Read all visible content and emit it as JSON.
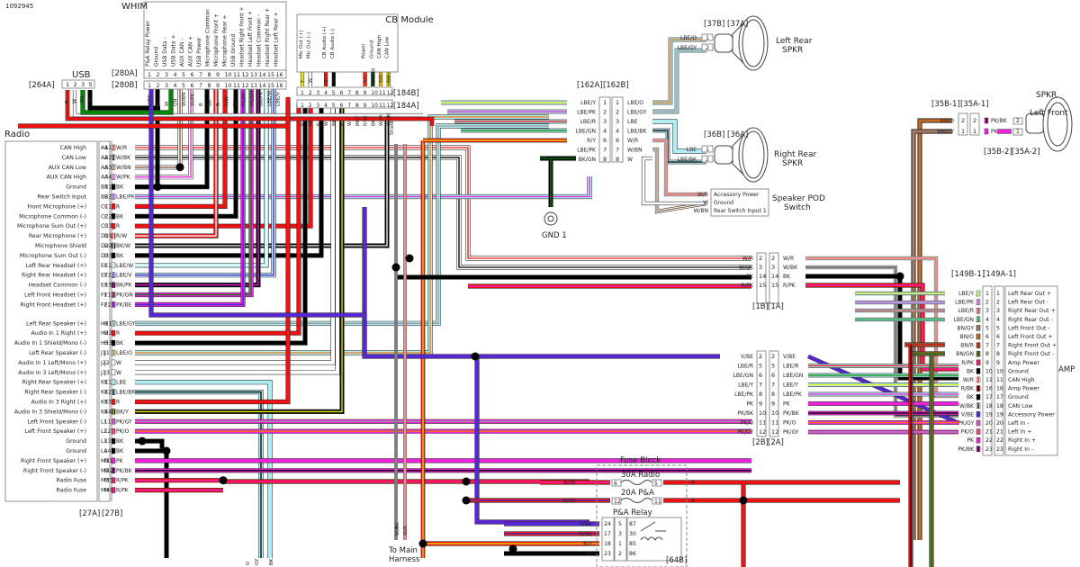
{
  "diagram_id": "1092945",
  "colors": {
    "R": "#ee1111",
    "BK": "#000000",
    "W": "#ffffff",
    "GN": "#008800",
    "V": "#6a22cc",
    "BE": "#3333dd",
    "PK": "#ee22dd",
    "LBE": "#aeeef5",
    "O": "#ee7711",
    "Y": "#eeee00",
    "GY": "#999999",
    "BN": "#885533",
    "outline": "#444444"
  },
  "usb": {
    "title": "USB",
    "ref": "[264A]",
    "pins": [
      "1",
      "2",
      "3",
      "5"
    ],
    "wires": [
      "R",
      "W",
      "GN",
      "BK"
    ]
  },
  "whim": {
    "title": "WHIM",
    "ref_a": "[280A]",
    "ref_b": "[280B]",
    "functions": [
      "P&A Relay Power",
      "Ground",
      "USB Data -",
      "USB Data +",
      "AUX CAN -",
      "AUX CAN +",
      "USB Power",
      "Microphone Common",
      "Microphone Front +",
      "Microphone Rear +",
      "USB Ground",
      "Headset Right Front +",
      "Headset Left Front +",
      "Headset Common -",
      "Headset Right Rear +",
      "Headset Left Rear +"
    ],
    "pins": [
      "1",
      "2",
      "3",
      "4",
      "5",
      "6",
      "7",
      "8",
      "9",
      "10",
      "11",
      "12",
      "13",
      "14",
      "15",
      "16"
    ],
    "wires": [
      "V/BE",
      "BK",
      "W",
      "GN",
      "W/BN",
      "W/PK",
      "R",
      "BK",
      "R",
      "R/W",
      "BK",
      "PK/BE",
      "PK/GN",
      "BK/PK",
      "LBE/W",
      "LBE/V"
    ]
  },
  "cb_module": {
    "title": "CB Module",
    "ref_b": "[184B]",
    "ref_a": "[184A]",
    "functions": [
      "Mic Out (+)",
      "Mic Out (-)",
      "",
      "CB Audio (+)",
      "CB Audio (-)",
      "",
      "",
      "",
      "Power",
      "Ground",
      "CAN High",
      "CAN Low"
    ],
    "pins": [
      "1",
      "2",
      "3",
      "4",
      "5",
      "6",
      "7",
      "8",
      "9",
      "10",
      "11",
      "12"
    ],
    "top_wires": [
      "Y",
      "W",
      "",
      "R",
      "BK",
      "",
      "",
      "",
      "R/O",
      "BK/GN",
      "Y/O",
      "Y/V"
    ],
    "bottom_wires": [
      "R",
      "BK",
      "R",
      "W",
      "BK",
      "R",
      "W",
      "BK/Y",
      "R/BE",
      "BK",
      "W/PK",
      "W/BN"
    ],
    "shield_label": "Shield"
  },
  "radio": {
    "title": "Radio",
    "ref_a": "[27A]",
    "ref_b": "[27B]",
    "rows": [
      {
        "func": "CAN High",
        "pin": "A1",
        "wire": "W/R"
      },
      {
        "func": "CAN Low",
        "pin": "A2",
        "wire": "W/BK"
      },
      {
        "func": "AUX CAN Low",
        "pin": "A3",
        "wire": "W/BN"
      },
      {
        "func": "AUX CAN High",
        "pin": "A4",
        "wire": "W/PK"
      },
      {
        "func": "Ground",
        "pin": "B1",
        "wire": "BK"
      },
      {
        "func": "Rear Switch Input",
        "pin": "B2",
        "wire": "LBE/PK"
      },
      {
        "func": "Front Microphone (+)",
        "pin": "C1",
        "wire": "R"
      },
      {
        "func": "Microphone Common (-)",
        "pin": "C2",
        "wire": "BK"
      },
      {
        "func": "Microphone Sum Out (+)",
        "pin": "C3",
        "wire": "R"
      },
      {
        "func": "Rear Microphone (+)",
        "pin": "D1",
        "wire": "R/W"
      },
      {
        "func": "Microphone Shield",
        "pin": "D2",
        "wire": "BK/W"
      },
      {
        "func": "Microphone Sum Out (-)",
        "pin": "D3",
        "wire": "BK"
      },
      {
        "func": "Left Rear Headset (+)",
        "pin": "E1",
        "wire": "LBE/W"
      },
      {
        "func": "Right Rear Headset (+)",
        "pin": "E2",
        "wire": "LBE/V"
      },
      {
        "func": "Headset Common (-)",
        "pin": "E3",
        "wire": "BK/PK"
      },
      {
        "func": "Left Front Headset (+)",
        "pin": "F1",
        "wire": "PK/GN"
      },
      {
        "func": "Right Front Headset (+)",
        "pin": "F2",
        "wire": "PK/BE"
      },
      {
        "func": "Left Rear Speaker (+)",
        "pin": "H1",
        "wire": "LBE/GY"
      },
      {
        "func": "Audio In 1 Right (+)",
        "pin": "H2",
        "wire": "R"
      },
      {
        "func": "Audio In 1 Shield/Mono (-)",
        "pin": "H3",
        "wire": "BK"
      },
      {
        "func": "Left Rear Speaker (-)",
        "pin": "J1",
        "wire": "LBE/O"
      },
      {
        "func": "Audio In 1 Left/Mono (+)",
        "pin": "J2",
        "wire": "W"
      },
      {
        "func": "Audio In 3 Left/Mono (+)",
        "pin": "J3",
        "wire": "W"
      },
      {
        "func": "Right Rear Speaker (+)",
        "pin": "K1",
        "wire": "LBE"
      },
      {
        "func": "Right Rear Speaker (-)",
        "pin": "K2",
        "wire": "LBE/BK"
      },
      {
        "func": "Audio In 3 Right (+)",
        "pin": "K3",
        "wire": "R"
      },
      {
        "func": "Audio In 3 Shield/Mono (-)",
        "pin": "K4",
        "wire": "BK/Y"
      },
      {
        "func": "Left Front Speaker (-)",
        "pin": "L1",
        "wire": "PK/GY"
      },
      {
        "func": "Left Front Speaker (+)",
        "pin": "L2",
        "wire": "PK/O"
      },
      {
        "func": "Ground",
        "pin": "L3",
        "wire": "BK"
      },
      {
        "func": "Ground",
        "pin": "L4",
        "wire": "BK"
      },
      {
        "func": "Right Front Speaker (+)",
        "pin": "M1",
        "wire": "PK"
      },
      {
        "func": "Right Front Speaker (-)",
        "pin": "M2",
        "wire": "PK/BK"
      },
      {
        "func": "Radio Fuse",
        "pin": "M3",
        "wire": "R/PK"
      },
      {
        "func": "Radio Fuse",
        "pin": "M4",
        "wire": "R/PK"
      }
    ]
  },
  "conn_162": {
    "ref_a": "[162A]",
    "ref_b": "[162B]",
    "rows": [
      {
        "lw": "LBE/Y",
        "lp": "1",
        "rp": "1",
        "rw": "LBE/O"
      },
      {
        "lw": "LBE/PK",
        "lp": "2",
        "rp": "2",
        "rw": "LBE/GY"
      },
      {
        "lw": "LBE/R",
        "lp": "3",
        "rp": "3",
        "rw": "LBE"
      },
      {
        "lw": "LBE/GN",
        "lp": "4",
        "rp": "4",
        "rw": "LBE/BK"
      },
      {
        "lw": "R/Y",
        "lp": "6",
        "rp": "6",
        "rw": "W/R"
      },
      {
        "lw": "LBE/PK",
        "lp": "7",
        "rp": "7",
        "rw": "W/BN"
      },
      {
        "lw": "BK/GN",
        "lp": "8",
        "rp": "8",
        "rw": "W"
      }
    ]
  },
  "gnd": {
    "label": "GND 1",
    "wire": "BK/GN"
  },
  "left_rear_spkr": {
    "title_line1": "Left Rear",
    "title_line2": "SPKR",
    "ref_b": "[37B]",
    "ref_a": "[37A]",
    "pins": [
      {
        "wire": "LBE/O",
        "pin": "1"
      },
      {
        "wire": "LBE/GY",
        "pin": "2"
      }
    ]
  },
  "right_rear_spkr": {
    "title_line1": "Right Rear",
    "title_line2": "SPKR",
    "ref_b": "[36B]",
    "ref_a": "[36A]",
    "pins": [
      {
        "wire": "LBE",
        "pin": "1"
      },
      {
        "wire": "LBE/BK",
        "pin": "2"
      }
    ]
  },
  "speaker_pod": {
    "title_line1": "Speaker POD",
    "title_line2": "Switch",
    "rows": [
      {
        "wire": "W/R",
        "func": "Accessory Power"
      },
      {
        "wire": "W",
        "func": "Ground"
      },
      {
        "wire": "W/BN",
        "func": "Rear Switch Input 1"
      }
    ]
  },
  "left_front_spkr": {
    "title_line1": "Left Front",
    "title_line2": "SPKR",
    "ref_b1": "[35B-1]",
    "ref_a1": "[35A-1]",
    "ref_b2": "[35B-2]",
    "ref_a2": "[35A-2]",
    "rows": [
      {
        "lw": "BN/O",
        "lp": "2",
        "rp": "2",
        "rw": "PK/BK",
        "sp": "2"
      },
      {
        "lw": "BN/GY",
        "lp": "1",
        "rp": "1",
        "rw": "PK",
        "sp": "1"
      }
    ]
  },
  "conn_1": {
    "ref_b": "[1B]",
    "ref_a": "[1A]",
    "rows": [
      {
        "lw": "W/R",
        "lp": "2",
        "rp": "2",
        "rw": "W/R"
      },
      {
        "lw": "W/BK",
        "lp": "3",
        "rp": "3",
        "rw": "W/BK"
      },
      {
        "lw": "BK",
        "lp": "14",
        "rp": "14",
        "rw": "BK"
      },
      {
        "lw": "R/PK",
        "lp": "15",
        "rp": "15",
        "rw": "R/PK"
      }
    ]
  },
  "conn_2": {
    "ref_b": "[2B]",
    "ref_a": "[2A]",
    "rows": [
      {
        "lw": "V/BE",
        "lp": "2",
        "rp": "2",
        "rw": "V/BE"
      },
      {
        "lw": "LBE/R",
        "lp": "5",
        "rp": "5",
        "rw": "LBE/R"
      },
      {
        "lw": "LBE/GN",
        "lp": "6",
        "rp": "6",
        "rw": "LBE/GN"
      },
      {
        "lw": "LBE/Y",
        "lp": "7",
        "rp": "7",
        "rw": "LBE/Y"
      },
      {
        "lw": "LBE/PK",
        "lp": "8",
        "rp": "8",
        "rw": "LBE/PK"
      },
      {
        "lw": "PK",
        "lp": "9",
        "rp": "9",
        "rw": "PK"
      },
      {
        "lw": "PK/BK",
        "lp": "10",
        "rp": "10",
        "rw": "PK/BK"
      },
      {
        "lw": "PK/O",
        "lp": "11",
        "rp": "11",
        "rw": "PK/O"
      },
      {
        "lw": "PK/GY",
        "lp": "12",
        "rp": "12",
        "rw": "PK/GY"
      }
    ]
  },
  "amp": {
    "title": "AMP",
    "ref_b": "[149B-1]",
    "ref_a": "[149A-1]",
    "rows": [
      {
        "wire": "LBE/Y",
        "pin": "1",
        "func": "Left Rear Out +"
      },
      {
        "wire": "LBE/PK",
        "pin": "2",
        "func": "Left Rear Out -"
      },
      {
        "wire": "LBE/R",
        "pin": "3",
        "func": "Right Rear Out +"
      },
      {
        "wire": "LBE/GN",
        "pin": "4",
        "func": "Right Rear Out -"
      },
      {
        "wire": "BN/GY",
        "pin": "5",
        "func": "Left Front Out -"
      },
      {
        "wire": "BN/O",
        "pin": "6",
        "func": "Left Front Out +"
      },
      {
        "wire": "BN/R",
        "pin": "7",
        "func": "Right Front Out +"
      },
      {
        "wire": "BN/GN",
        "pin": "8",
        "func": "Right Front Out -"
      },
      {
        "wire": "R/PK",
        "pin": "9",
        "func": "Amp Power"
      },
      {
        "wire": "BK",
        "pin": "10",
        "func": "Ground"
      },
      {
        "wire": "W/R",
        "pin": "11",
        "func": "CAN High"
      },
      {
        "wire": "R/BK",
        "pin": "16",
        "func": "Amp Power"
      },
      {
        "wire": "BK",
        "pin": "17",
        "func": "Ground"
      },
      {
        "wire": "W/BK",
        "pin": "18",
        "func": "CAN Low"
      },
      {
        "wire": "V/BE",
        "pin": "19",
        "func": "Accessory Power"
      },
      {
        "wire": "PK/GY",
        "pin": "20",
        "func": "Left In -"
      },
      {
        "wire": "PK/O",
        "pin": "21",
        "func": "Left In +"
      },
      {
        "wire": "PK",
        "pin": "22",
        "func": "Right In +"
      },
      {
        "wire": "PK/BK",
        "pin": "23",
        "func": "Right In -"
      }
    ]
  },
  "fuse_block": {
    "title": "Fuse Block",
    "ref": "[64B]",
    "fuses": [
      {
        "name": "30A Radio",
        "in_pin": "6",
        "out_pin": "5",
        "in_wire": "R/PK",
        "out_wire": "R"
      },
      {
        "name": "20A P&A",
        "in_pin": "12",
        "out_pin": "11",
        "in_wire": "R/BE",
        "out_wire": "R"
      }
    ],
    "relay": {
      "name": "P&A Relay",
      "rows": [
        {
          "wire": "V/BE",
          "pin": "24",
          "term": "5",
          "num": "87"
        },
        {
          "wire": "R/BE",
          "pin": "17",
          "term": "3",
          "num": "30"
        },
        {
          "wire": "R/Y",
          "pin": "18",
          "term": "1",
          "num": "85"
        },
        {
          "wire": "BK",
          "pin": "23",
          "term": "2",
          "num": "86"
        }
      ]
    }
  },
  "main_harness": {
    "label_line1": "To Main",
    "label_line2": "Harness",
    "wires": [
      "W/BK",
      "W/R"
    ]
  },
  "bottom_stubs": [
    "O",
    "GY",
    "BK"
  ]
}
